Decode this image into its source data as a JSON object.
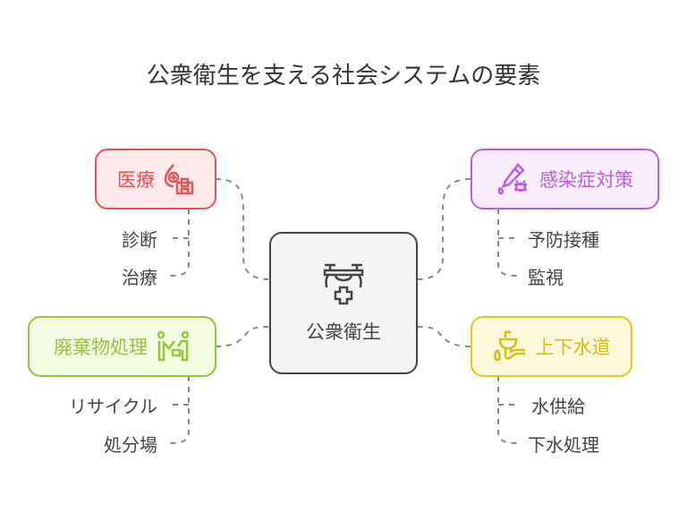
{
  "title": "公衆衛生を支える社会システムの要素",
  "center": {
    "label": "公衆衛生",
    "icon": "medical-drone-icon"
  },
  "nodes": {
    "medical": {
      "label": "医療",
      "icon": "blood-drop-hospital-icon",
      "color": "#e0555a",
      "fill": "#fde9e9",
      "children": [
        "診断",
        "治療"
      ]
    },
    "infection": {
      "label": "感染症対策",
      "icon": "dropper-bug-icon",
      "color": "#bb5fe0",
      "fill": "#f9ecfd",
      "children": [
        "予防接種",
        "監視"
      ]
    },
    "waste": {
      "label": "廃棄物処理",
      "icon": "workers-icon",
      "color": "#96c43c",
      "fill": "#f3fbe1",
      "children": [
        "リサイクル",
        "処分場"
      ]
    },
    "water": {
      "label": "上下水道",
      "icon": "sink-pipe-icon",
      "color": "#e0c822",
      "fill": "#fdf8d9",
      "children": [
        "水供給",
        "下水処理"
      ]
    }
  }
}
